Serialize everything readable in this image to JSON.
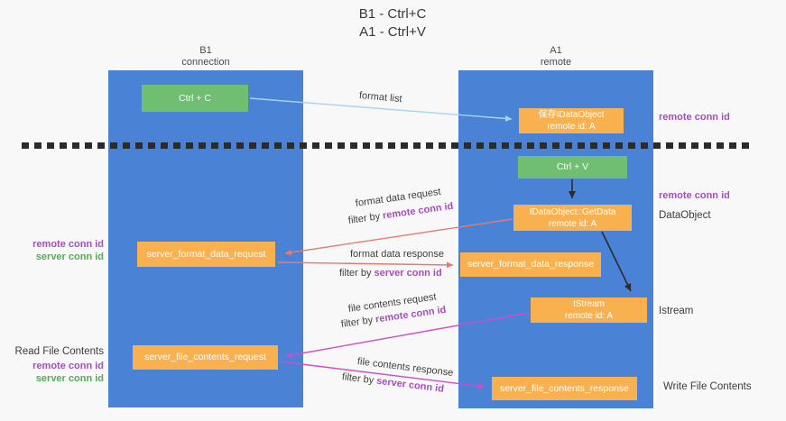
{
  "title": {
    "line1": "B1 - Ctrl+C",
    "line2": "A1 - Ctrl+V"
  },
  "lanes": {
    "left": {
      "name": "B1",
      "role": "connection"
    },
    "right": {
      "name": "A1",
      "role": "remote"
    }
  },
  "nodes": {
    "ctrl_c": {
      "label": "Ctrl + C"
    },
    "save_dataobject": {
      "line1": "保存IDataObject",
      "line2": "remote id: A"
    },
    "ctrl_v": {
      "label": "Ctrl + V"
    },
    "getdata": {
      "line1": "IDataObject::GetData",
      "line2": "remote id: A"
    },
    "istream": {
      "line1": "IStream",
      "line2": "remote id: A"
    },
    "format_request": {
      "label": "server_format_data_request"
    },
    "format_response": {
      "label": "server_format_data_response"
    },
    "file_request": {
      "label": "server_file_contents_request"
    },
    "file_response": {
      "label": "server_file_contents_response"
    }
  },
  "edge_labels": {
    "format_list": "format list",
    "format_data_request": "format data request",
    "format_data_response": "format data response",
    "file_contents_request": "file contents request",
    "file_contents_response": "file contents response",
    "filter_by": "filter by ",
    "remote_conn_id": "remote conn id",
    "server_conn_id": "server conn id"
  },
  "side_labels": {
    "left": {
      "remote_conn_id": "remote conn id",
      "server_conn_id": "server conn id",
      "read_file_contents": "Read File Contents"
    },
    "right": {
      "remote_conn_id_top": "remote conn id",
      "remote_conn_id_mid": "remote conn id",
      "dataobject": "DataObject",
      "istream": "Istream",
      "write_file_contents": "Write File Contents"
    }
  },
  "colors": {
    "lane_blue": "#4a82d6",
    "node_green": "#6fbe72",
    "node_orange": "#f9b04f",
    "arrow_light_blue": "#a9d3ef",
    "arrow_salmon": "#e87a72",
    "arrow_magenta": "#cf4ec8",
    "arrow_black": "#2b2b2b",
    "label_purple": "#a64dc1",
    "label_green": "#56ab57",
    "text_dark": "#3c3c3c",
    "background": "#f8f8f8"
  }
}
